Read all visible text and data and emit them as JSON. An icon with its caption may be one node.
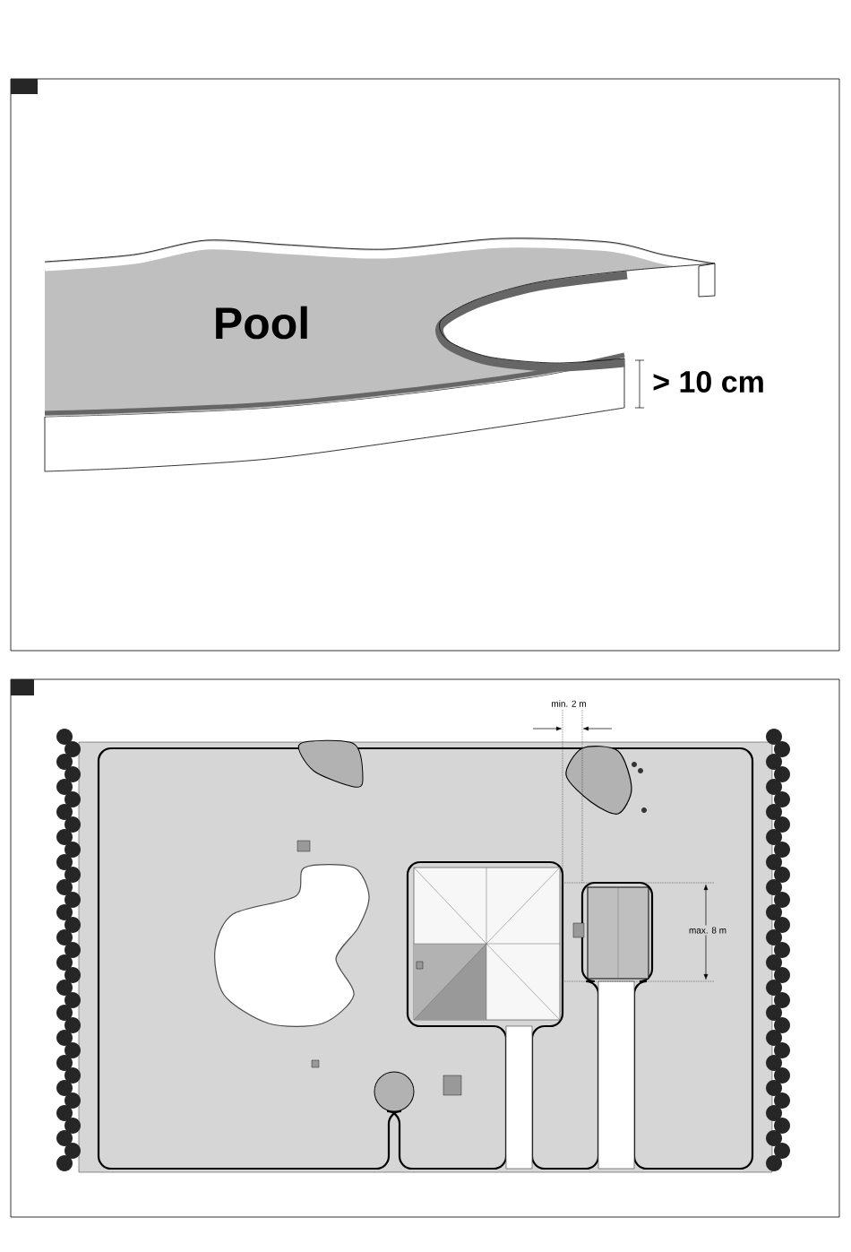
{
  "diagram": {
    "labels": [
      "Pool",
      "> 10 cm",
      "min. 2 m",
      "max. 8 m"
    ]
  }
}
